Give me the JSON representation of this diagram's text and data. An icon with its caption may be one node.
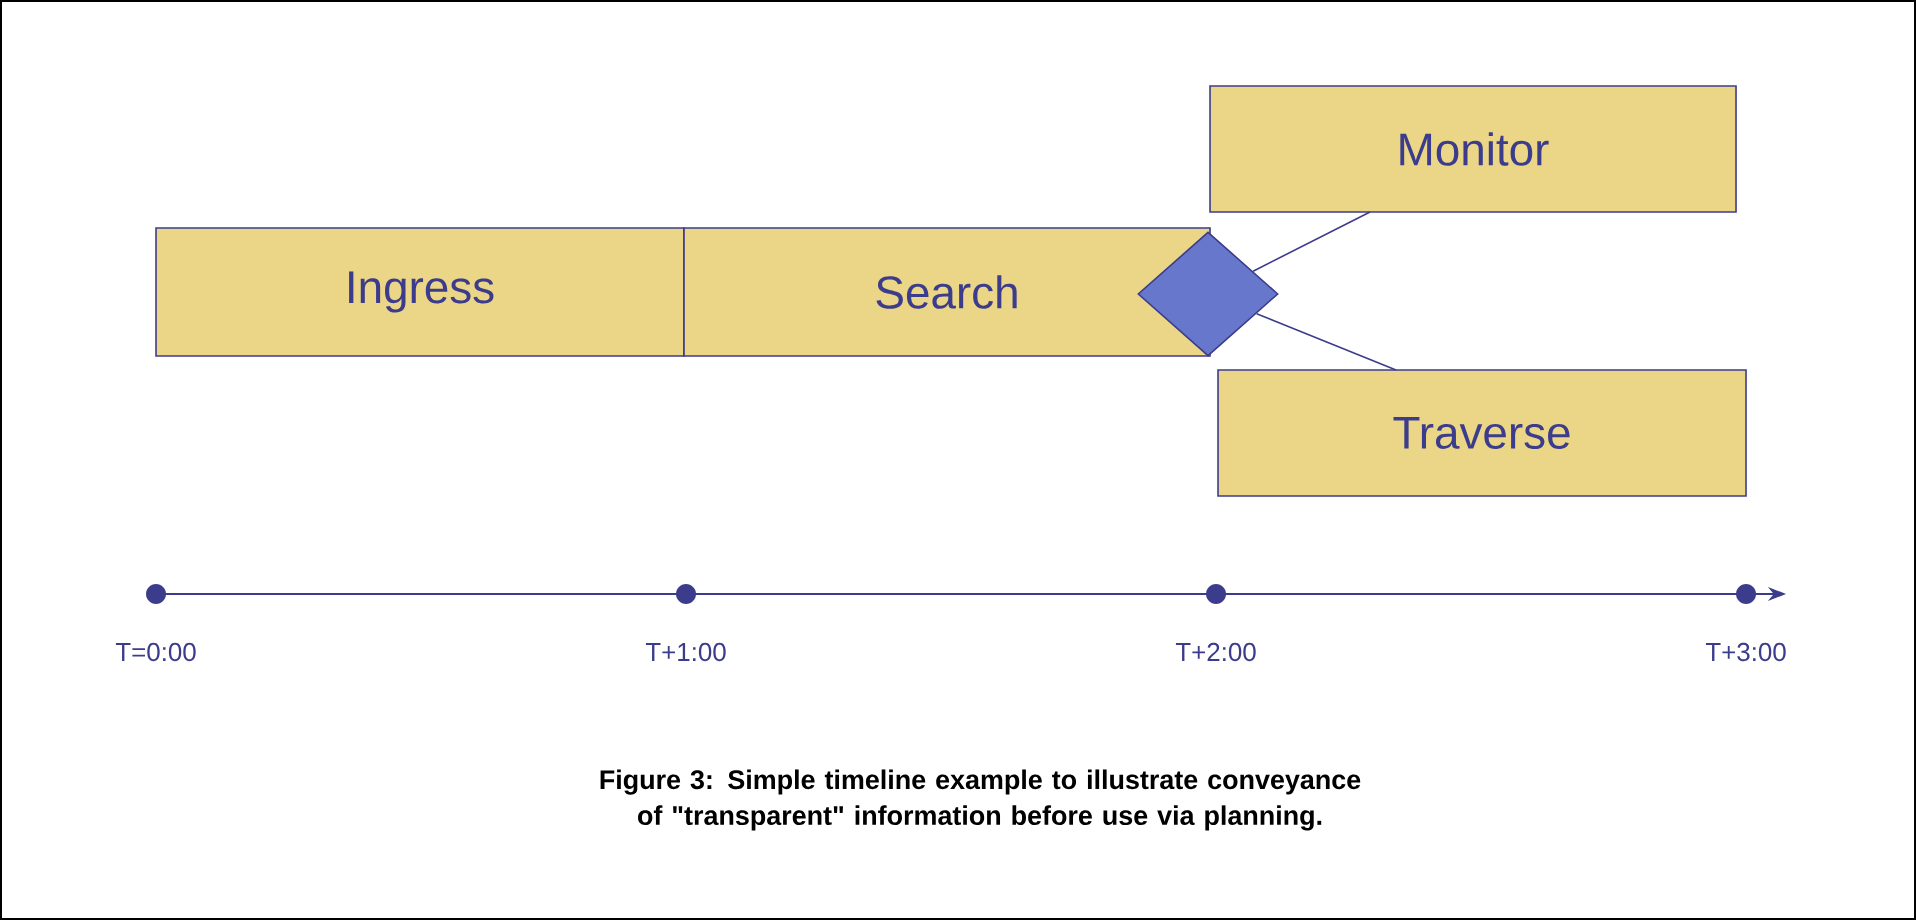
{
  "diagram": {
    "caption": "Figure 3: Simple timeline example to illustrate conveyance of \"transparent\" information before use via planning.",
    "nodes": [
      {
        "text": [
          "Ingress"
        ]
      },
      {
        "text": [
          "Search"
        ]
      },
      {
        "text": [],
        "shape": "diamond"
      },
      {
        "text": [
          "Monitor"
        ]
      },
      {
        "text": [
          "Traverse"
        ]
      }
    ],
    "edges": [
      {
        "from": 2,
        "to": 3,
        "arrow": "none"
      },
      {
        "from": 2,
        "to": 4,
        "arrow": "none"
      }
    ],
    "labels": [
      "T=0:00",
      "T+1:00",
      "T+2:00",
      "T+3:00"
    ]
  }
}
